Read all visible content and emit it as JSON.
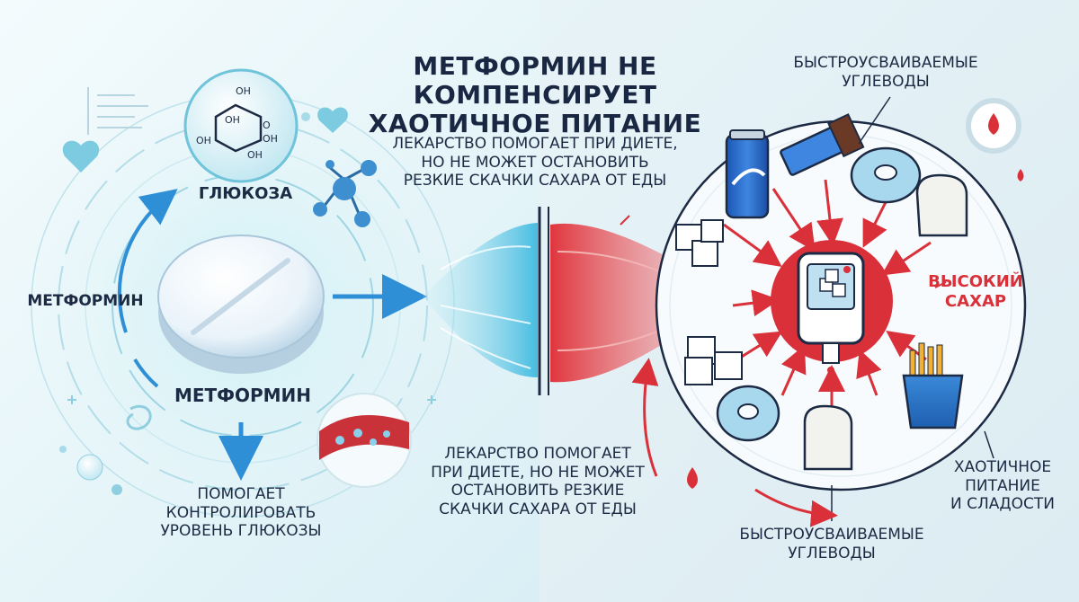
{
  "title": {
    "line1": "МЕТФОРМИН НЕ КОМПЕНСИРУЕТ",
    "line2": "ХАОТИЧНОЕ ПИТАНИЕ"
  },
  "left": {
    "glucose_label": "ГЛЮКОЗА",
    "glucose_structure": {
      "oh1": "OH",
      "oh2": "OH",
      "oh3": "OH",
      "oh4": "OH",
      "oh5": "OH",
      "o": "O"
    },
    "metformin_side": "МЕТФОРМИН",
    "metformin_bottom": "МЕТФОРМИН",
    "helps": {
      "line1": "ПОМОГАЕТ",
      "line2": "КОНТРОЛИРОВАТЬ",
      "line3": "УРОВЕНЬ ГЛЮКОЗЫ"
    }
  },
  "middle": {
    "top_caption": {
      "line1": "ЛЕКАРСТВО ПОМОГАЕТ ПРИ ДИЕТЕ,",
      "line2": "НО НЕ МОЖЕТ ОСТАНОВИТЬ",
      "line3": "РЕЗКИЕ СКАЧКИ САХАРА ОТ ЕДЫ"
    },
    "bottom_caption": {
      "line1": "ЛЕКАРСТВО ПОМОГАЕТ",
      "line2": "ПРИ ДИЕТЕ, НО НЕ МОЖЕТ",
      "line3": "ОСТАНОВИТЬ РЕЗКИЕ",
      "line4": "СКАЧКИ САХАРА ОТ ЕДЫ"
    }
  },
  "right": {
    "fast_carbs_top": {
      "line1": "БЫСТРОУСВАИВАЕМЫЕ",
      "line2": "УГЛЕВОДЫ"
    },
    "high_sugar": {
      "line1": "ВЫСОКИЙ",
      "line2": "САХАР"
    },
    "chaotic": {
      "line1": "ХАОТИЧНОЕ",
      "line2": "ПИТАНИЕ",
      "line3": "И СЛАДОСТИ"
    },
    "fast_carbs_bottom": {
      "line1": "БЫСТРОУСВАИВАЕМЫЕ",
      "line2": "УГЛЕВОДЫ"
    }
  },
  "colors": {
    "accent_blue": "#2f8fd6",
    "accent_red": "#d9303a",
    "text_dark": "#1d2a44"
  }
}
